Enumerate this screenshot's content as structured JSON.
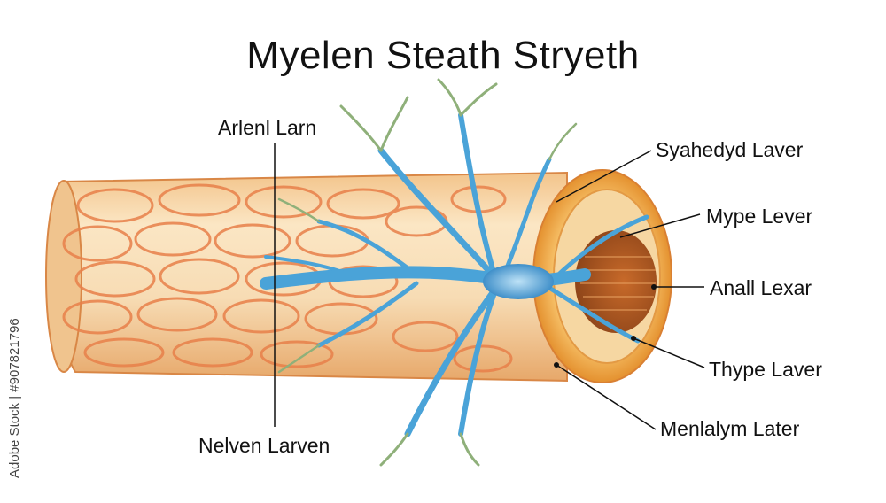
{
  "title": "Myelen Steath Stryeth",
  "labels": {
    "top_left": "Arlenl Larn",
    "bottom_left": "Nelven Larven",
    "right_1": "Syahedyd Laver",
    "right_2": "Mype Lever",
    "right_3": "Anall Lexar",
    "right_4": "Thype Laver",
    "right_5": "Menlalym Later"
  },
  "watermark": "Adobe Stock | #907821796",
  "colors": {
    "sheath_outer": "#e89a4a",
    "sheath_inner": "#f6dfae",
    "cell_outline": "#e8804a",
    "nerve_blue": "#4aa3d8",
    "nerve_tip_green": "#8fb07a",
    "ring": "#f2a23a"
  }
}
